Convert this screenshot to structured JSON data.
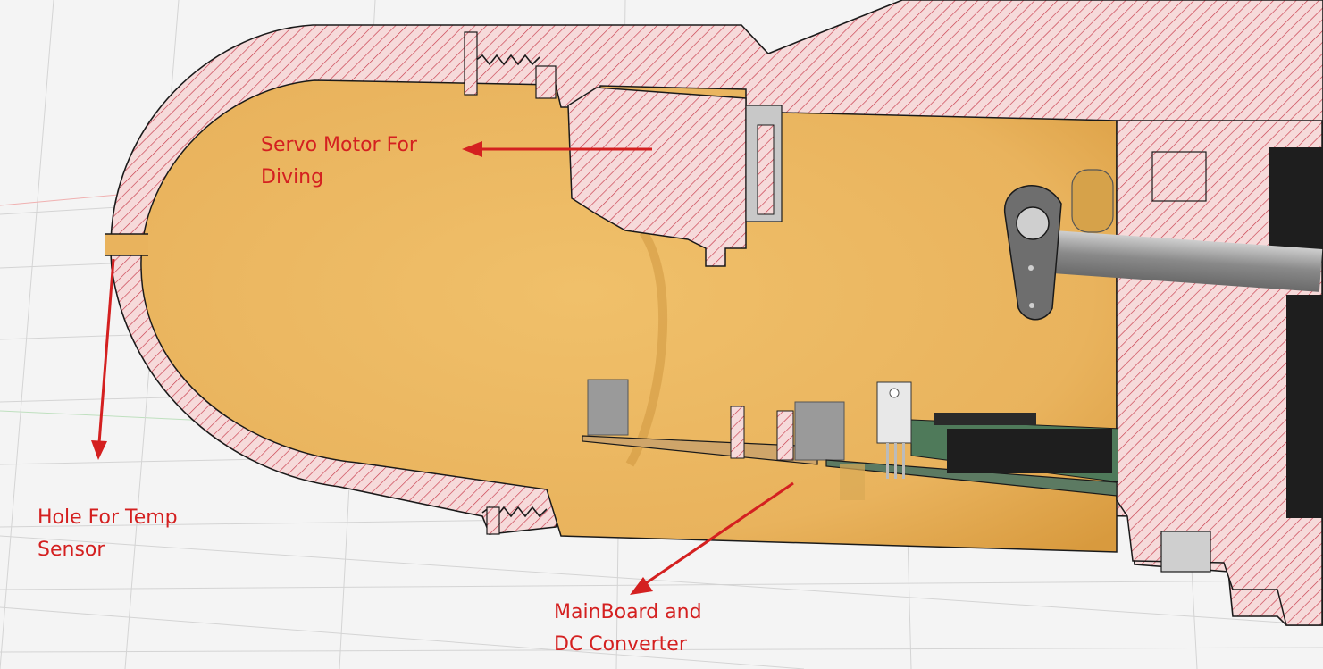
{
  "annotations": {
    "servo": "Servo Motor For\nDiving",
    "hole": "Hole For Temp\nSensor",
    "mainboard": "MainBoard and\nDC Converter"
  },
  "colors": {
    "background": "#f4f4f4",
    "grid": "#d4d4d4",
    "shell_fill": "#f6dada",
    "shell_hatch": "#c83a4a",
    "interior": "#eab55e",
    "annotation": "#d42020",
    "board_green": "#4f7a5a",
    "component_black": "#1e1e1e",
    "spacer_gray": "#9a9a9a"
  },
  "icons": [
    "servo-arm-icon",
    "thread-icon",
    "voltage-regulator-icon"
  ]
}
